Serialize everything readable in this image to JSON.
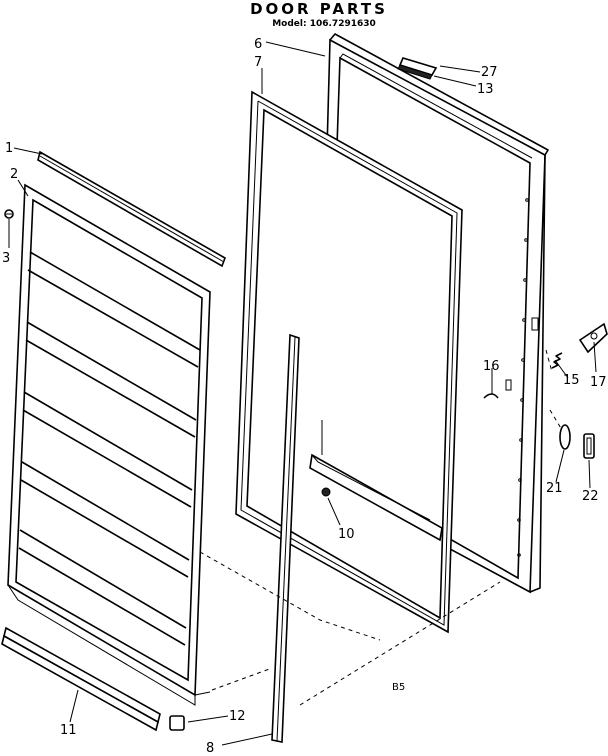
{
  "diagram": {
    "title": "DOOR PARTS",
    "model": "Model: 106.7291630",
    "ref_code": "B5",
    "callouts": [
      {
        "id": "1",
        "label": "1"
      },
      {
        "id": "2",
        "label": "2"
      },
      {
        "id": "3",
        "label": "3"
      },
      {
        "id": "6",
        "label": "6"
      },
      {
        "id": "7",
        "label": "7"
      },
      {
        "id": "27",
        "label": "27"
      },
      {
        "id": "13",
        "label": "13"
      },
      {
        "id": "16",
        "label": "16"
      },
      {
        "id": "17",
        "label": "17"
      },
      {
        "id": "15",
        "label": "15"
      },
      {
        "id": "10",
        "label": "10"
      },
      {
        "id": "21",
        "label": "21"
      },
      {
        "id": "22",
        "label": "22"
      },
      {
        "id": "11",
        "label": "11"
      },
      {
        "id": "12",
        "label": "12"
      },
      {
        "id": "8",
        "label": "8"
      }
    ]
  }
}
